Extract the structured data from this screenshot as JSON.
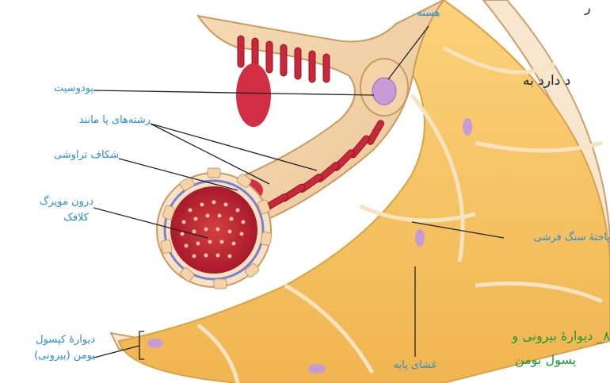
{
  "labels": {
    "nucleus": "هسته",
    "podocyte": "پودوسیت",
    "foot_processes": "رشته‌های پا مانند",
    "filtration_slit": "شکاف تراوشی",
    "glomerular_lumen_line1": "درون مویرگ",
    "glomerular_lumen_line2": "کلافک",
    "squamous_cell": "یاختهٔ سنگ فرشی",
    "basement_membrane": "غشای پایه",
    "capsule_wall_line1": "دیوارهٔ کپسول",
    "capsule_wall_line2": "بومن (بیرونی)"
  },
  "page_fragments": {
    "top_right": "ر",
    "mid_right": "د دارد به",
    "green_line1": "۸_ دیوارهٔ بیرونی و",
    "green_line2": "پسول بومن"
  },
  "colors": {
    "label_blue": "#2a8fd0",
    "fragment_green": "#1e9a3a",
    "leader_line": "#222222"
  }
}
